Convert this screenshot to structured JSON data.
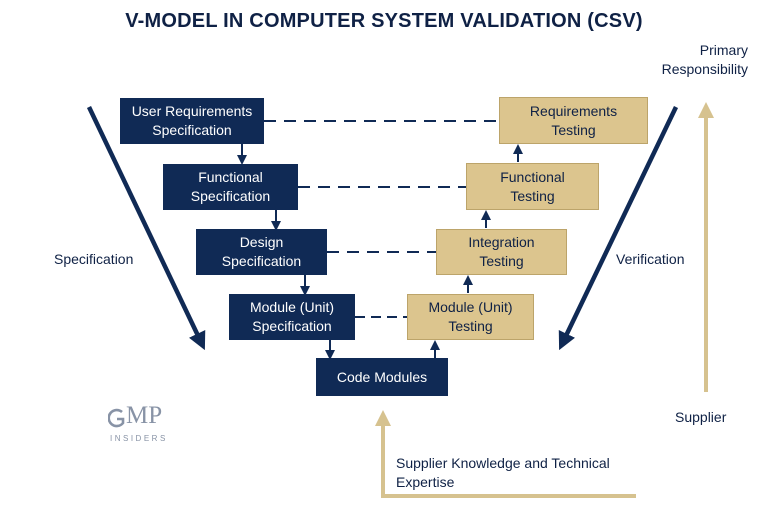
{
  "title": "V-MODEL IN COMPUTER SYSTEM VALIDATION (CSV)",
  "colors": {
    "navy": "#102a55",
    "gold": "#dcc58e",
    "gold_arrow": "#d6c28f",
    "text": "#0f2145",
    "logo_gray": "#8893a6"
  },
  "left_boxes": [
    {
      "label": "User Requirements\nSpecification"
    },
    {
      "label": "Functional\nSpecification"
    },
    {
      "label": "Design\nSpecification"
    },
    {
      "label": "Module (Unit)\nSpecification"
    }
  ],
  "right_boxes": [
    {
      "label": "Requirements\nTesting"
    },
    {
      "label": "Functional\nTesting"
    },
    {
      "label": "Integration\nTesting"
    },
    {
      "label": "Module (Unit)\nTesting"
    }
  ],
  "bottom_box": {
    "label": "Code Modules"
  },
  "side_labels": {
    "specification": "Specification",
    "verification": "Verification",
    "primary_responsibility": "Primary\nResponsibility",
    "supplier": "Supplier",
    "supplier_knowledge": "Supplier Knowledge and Technical\nExpertise"
  },
  "logo": {
    "mark": "MP",
    "sub": "INSIDERS"
  }
}
